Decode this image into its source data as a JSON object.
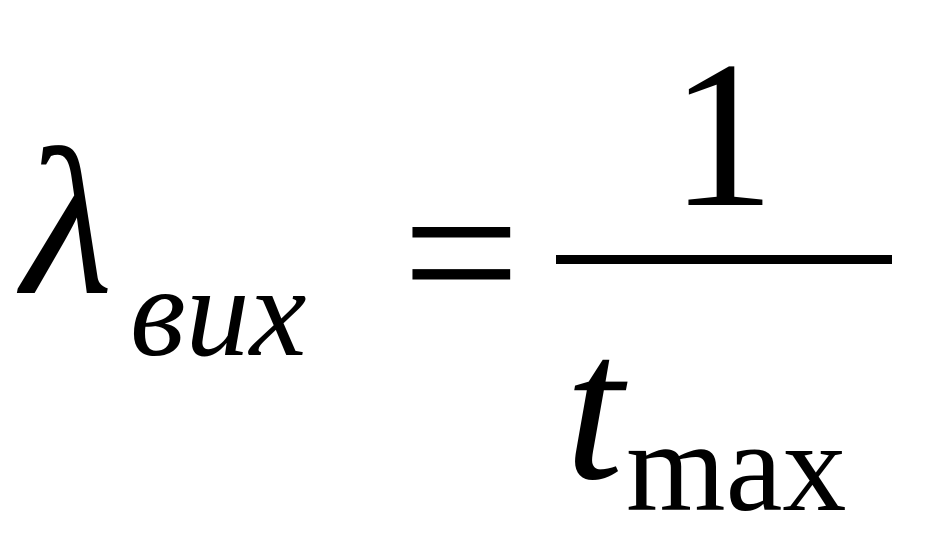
{
  "formula": {
    "lhs": {
      "symbol": "λ",
      "subscript": "вих"
    },
    "operator": "=",
    "rhs": {
      "numerator": "1",
      "denominator": {
        "symbol": "t",
        "subscript": "max"
      }
    }
  }
}
